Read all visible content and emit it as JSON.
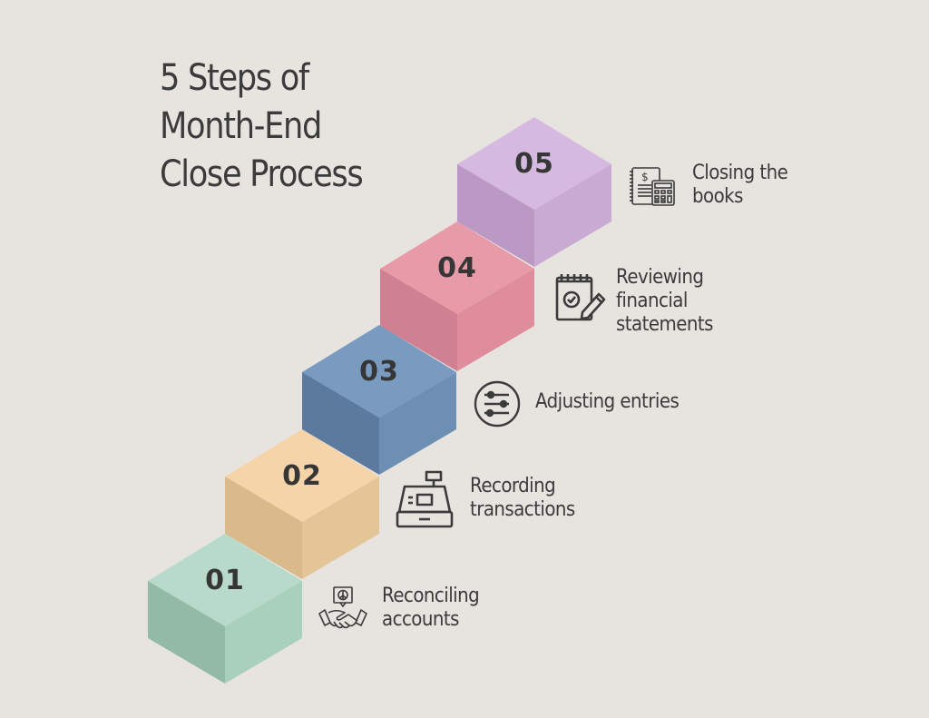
{
  "title": {
    "lines": [
      "5 Steps of",
      "Month-End",
      "Close Process"
    ]
  },
  "colors": {
    "background": "#e7e4e0",
    "text": "#3b3b3b"
  },
  "steps": [
    {
      "number": "01",
      "label_lines": [
        "Reconciling",
        "accounts"
      ],
      "icon": "handshake-icon",
      "colors": {
        "top": "#b8dacb",
        "left": "#92baa6",
        "right": "#a8d0bd"
      }
    },
    {
      "number": "02",
      "label_lines": [
        "Recording",
        "transactions"
      ],
      "icon": "cash-register-icon",
      "colors": {
        "top": "#f6d4a9",
        "left": "#dab98a",
        "right": "#e4c598"
      }
    },
    {
      "number": "03",
      "label_lines": [
        "Adjusting entries"
      ],
      "icon": "sliders-icon",
      "colors": {
        "top": "#7a9bc0",
        "left": "#5c7a9e",
        "right": "#6e8fb4"
      }
    },
    {
      "number": "04",
      "label_lines": [
        "Reviewing",
        "financial",
        "statements"
      ],
      "icon": "notepad-check-pencil-icon",
      "colors": {
        "top": "#e79aa8",
        "left": "#cf8091",
        "right": "#df8c9c"
      }
    },
    {
      "number": "05",
      "label_lines": [
        "Closing the",
        "books"
      ],
      "icon": "ledger-calculator-icon",
      "colors": {
        "top": "#d6b9e0",
        "left": "#bc98c5",
        "right": "#c9aad2"
      }
    }
  ]
}
